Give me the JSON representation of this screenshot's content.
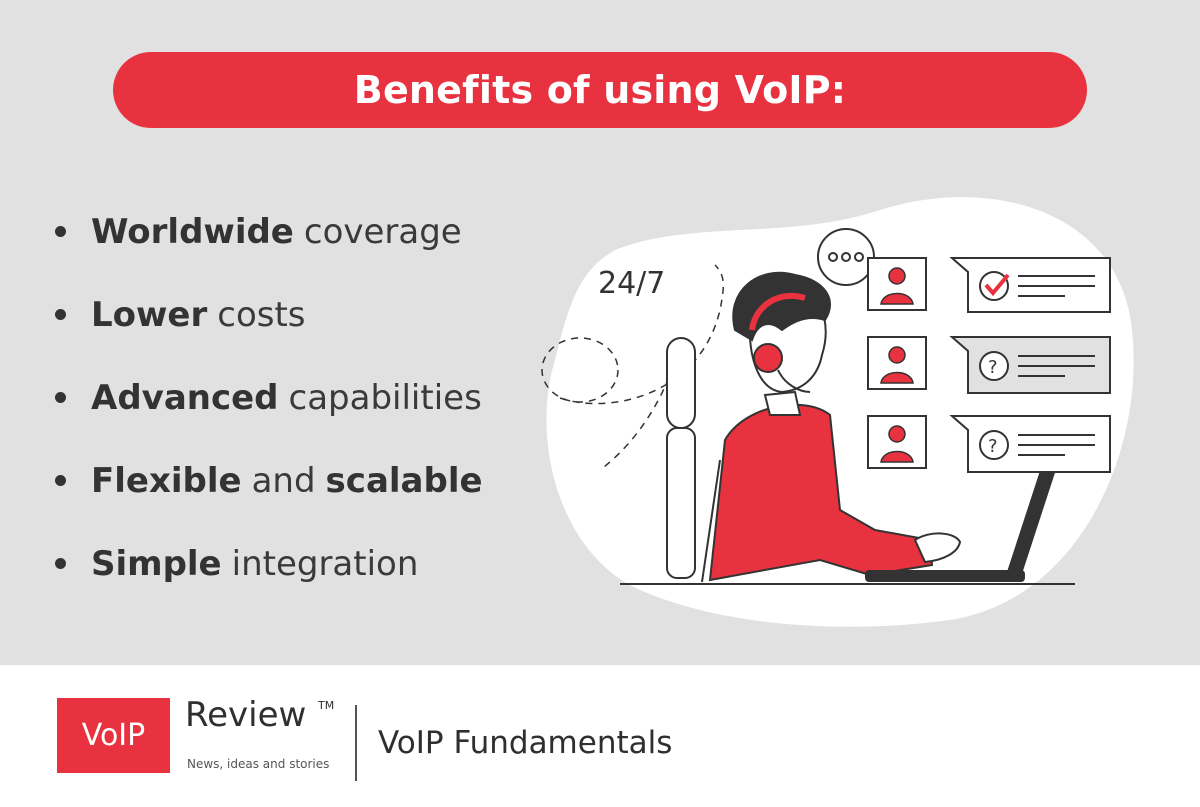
{
  "title": "Benefits of using VoIP:",
  "benefits": [
    {
      "bold": "Worldwide",
      "rest": "coverage"
    },
    {
      "bold": "Lower",
      "rest": "costs"
    },
    {
      "bold": "Advanced",
      "rest": "capabilities"
    },
    {
      "bold": "Flexible",
      "middle": "and",
      "bold2": "scalable"
    },
    {
      "bold": "Simple",
      "rest": "integration"
    }
  ],
  "illustration": {
    "availability_label": "24/7",
    "icons": [
      "typing-indicator-icon",
      "user-avatar-icon",
      "checkmark-icon",
      "question-mark-icon"
    ]
  },
  "footer": {
    "logo_voip": "VoIP",
    "logo_review": "Review",
    "logo_tm": "TM",
    "logo_tagline": "News, ideas and stories",
    "section": "VoIP Fundamentals"
  },
  "colors": {
    "accent": "#e8323f",
    "panel": "#e1e1e1",
    "text": "#333333"
  }
}
